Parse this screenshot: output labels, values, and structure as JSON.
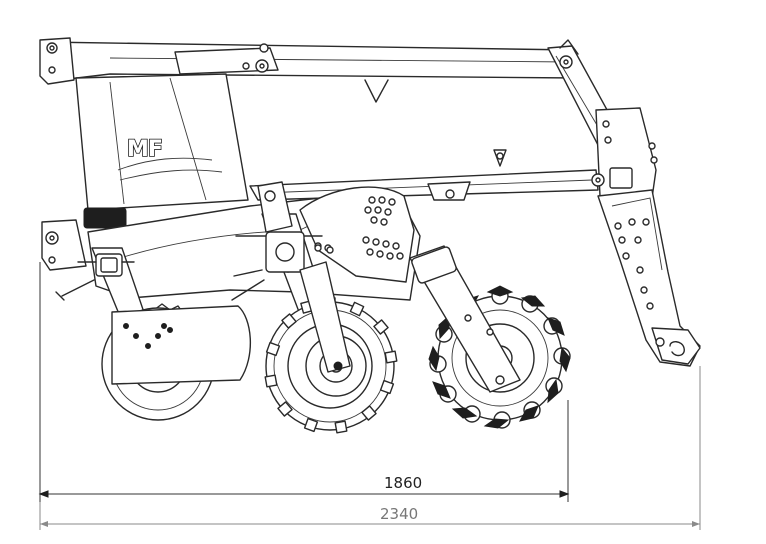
{
  "brand": {
    "logo_text": "MF"
  },
  "dimensions": [
    {
      "label": "1860",
      "value": 1860
    },
    {
      "label": "2340",
      "value": 2340
    }
  ],
  "colors": {
    "line": "#2a2a2a",
    "dimension_primary": "#333333",
    "dimension_secondary": "#8a8a8a"
  }
}
